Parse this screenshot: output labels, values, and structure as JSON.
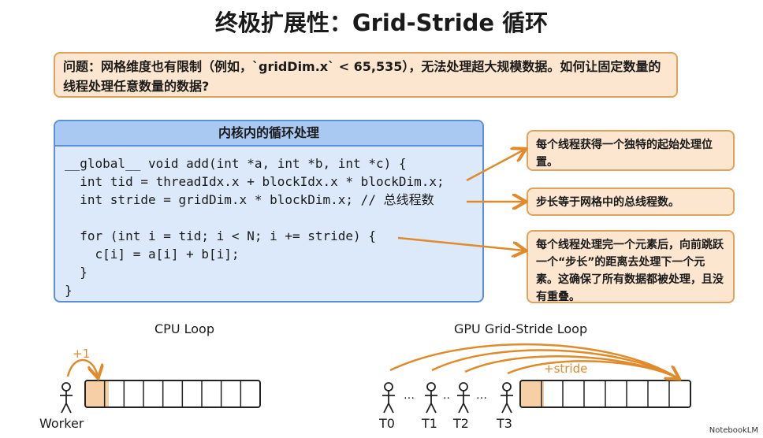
{
  "title": "终极扩展性：Grid-Stride 循环",
  "problem": "问题：网格维度也有限制（例如，`gridDim.x` < 65,535），无法处理超大规模数据。如何让固定数量的线程处理任意数量的数据?",
  "code_panel": {
    "header": "内核内的循环处理",
    "code": "__global__ void add(int *a, int *b, int *c) {\n  int tid = threadIdx.x + blockIdx.x * blockDim.x;\n  int stride = gridDim.x * blockDim.x; // 总线程数\n\n  for (int i = tid; i < N; i += stride) {\n    c[i] = a[i] + b[i];\n  }\n}"
  },
  "callouts": [
    "每个线程获得一个独特的起始处理位置。",
    "步长等于网格中的总线程数。",
    "每个线程处理完一个元素后，向前跳跃一个“步长”的距离去处理下一个元素。这确保了所有数据都被处理，且没有重叠。"
  ],
  "cpu_loop": {
    "title": "CPU Loop",
    "step_label": "+1",
    "worker_label": "Worker"
  },
  "gpu_loop": {
    "title": "GPU Grid-Stride Loop",
    "step_label": "+stride",
    "threads": [
      "T0",
      "T1",
      "T2",
      "T3"
    ]
  },
  "brand": "NotebookLM",
  "colors": {
    "accent": "#e08a2a",
    "code_bg": "#dce9fb",
    "note_bg": "#fde6cf"
  }
}
